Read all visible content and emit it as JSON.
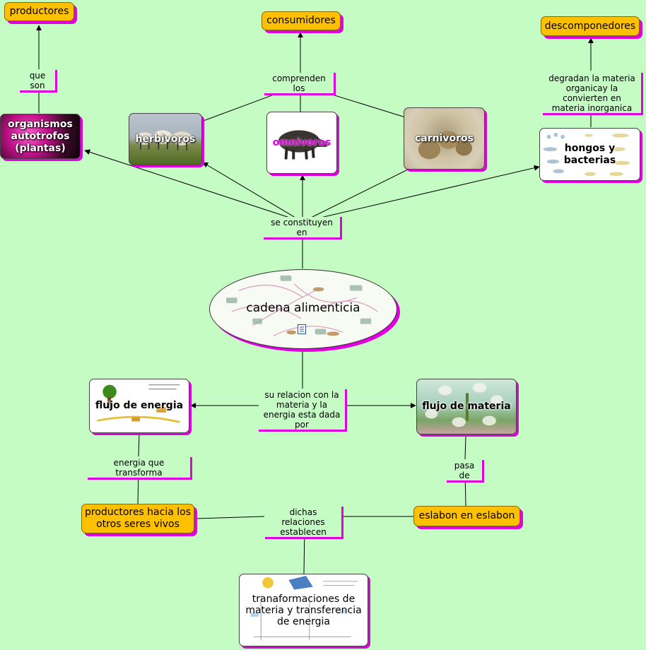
{
  "central": {
    "title": "cadena alimenticia",
    "note_icon": "note-icon"
  },
  "nodes": {
    "productores": "productores",
    "consumidores": "consumidores",
    "descomponedores": "descomponedores",
    "organismos": "organismos autotrofos (plantas)",
    "herbivoros": "herbivoros",
    "omnivoros": "omnivoros",
    "carnivoros": "carnivoros",
    "hongos": "hongos y bacterias",
    "flujo_energia": "flujo de energia",
    "flujo_materia": "flujo de materia",
    "productores_hacia": "productores hacia los otros seres vivos",
    "eslabon": "eslabon en eslabon",
    "transformaciones": "tranaformaciones de materia y transferencia de energia"
  },
  "links": {
    "que_son": "que son",
    "comprenden_los": "comprenden los",
    "degradan": "degradan la materia organicay la convierten en materia inorganica",
    "se_constituyen": "se constituyen en",
    "su_relacion": "su relacion con la materia y la energia esta dada por",
    "energia_transforma": "energia que transforma",
    "pasa_de": "pasa de",
    "dichas_relaciones": "dichas relaciones establecen"
  },
  "colors": {
    "background": "#c4fcc4",
    "concept": "#ffc000",
    "shadow": "#e000e0"
  }
}
